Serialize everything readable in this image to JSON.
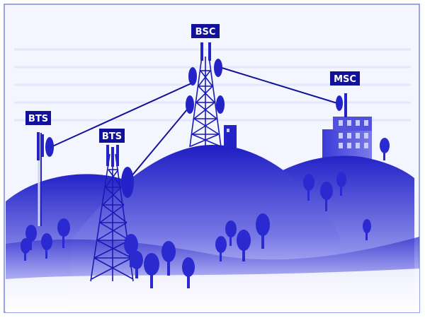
{
  "labels": {
    "bts_left": "BTS",
    "bts_mid": "BTS",
    "bsc": "BSC",
    "msc": "MSC"
  },
  "colors": {
    "primary": "#2323c8",
    "dark": "#111199",
    "sky": "#f4f6ff",
    "frame": "#9aa2e8"
  }
}
